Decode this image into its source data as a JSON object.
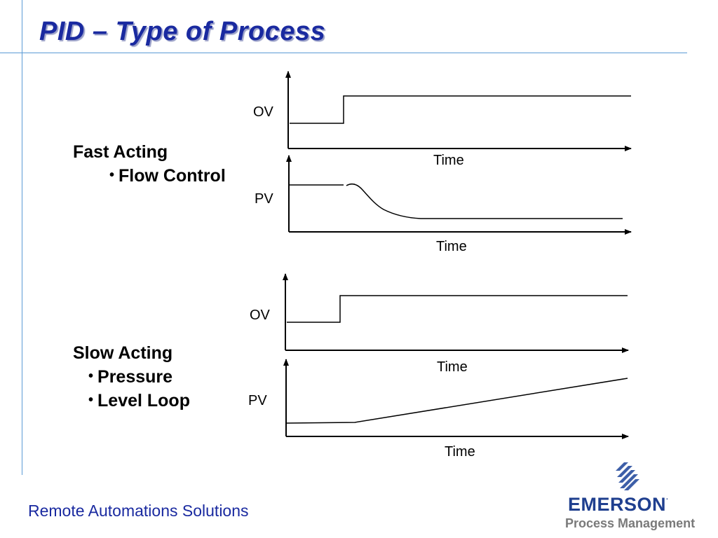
{
  "slide": {
    "title": "PID –  Type of Process",
    "footer": "Remote Automations Solutions"
  },
  "sections": {
    "fast": {
      "heading": "Fast Acting",
      "bullets": [
        "Flow Control"
      ]
    },
    "slow": {
      "heading": "Slow Acting",
      "bullets": [
        "Pressure",
        "Level Loop"
      ]
    }
  },
  "plots": {
    "fast_ov": {
      "ylabel": "OV",
      "xlabel": "Time"
    },
    "fast_pv": {
      "ylabel": "PV",
      "xlabel": "Time"
    },
    "slow_ov": {
      "ylabel": "OV",
      "xlabel": "Time"
    },
    "slow_pv": {
      "ylabel": "PV",
      "xlabel": "Time"
    }
  },
  "logo": {
    "brand": "EMERSON",
    "registered": ".",
    "sub": "Process Management"
  },
  "colors": {
    "title": "#1a2aa0",
    "rule": "#5b9bd5",
    "brand": "#1f3f8f"
  }
}
